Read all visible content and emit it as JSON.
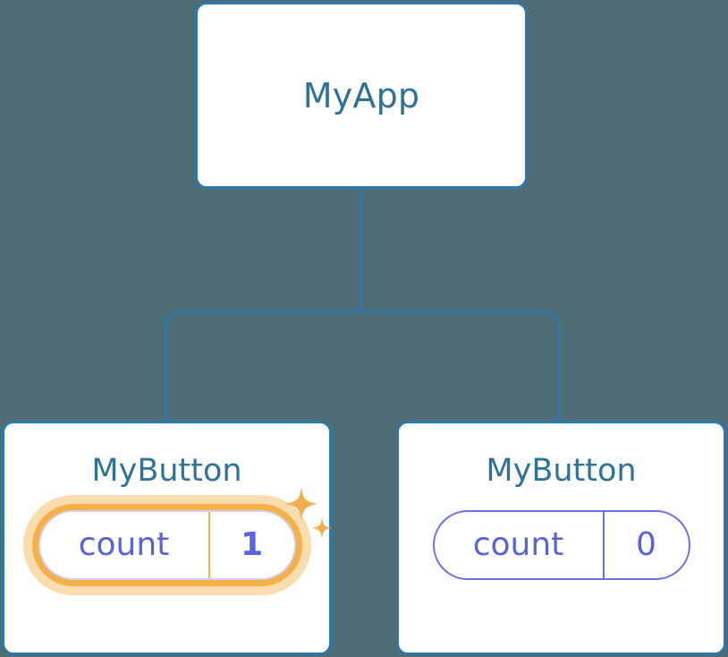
{
  "diagram": {
    "type": "component-tree",
    "background_color": "#4d6c73",
    "node_border_color": "#2d78ab",
    "title_text_color": "#2e7296",
    "badge_text_color": "#5a63d4",
    "highlight_color": "#f5b04a",
    "highlight_glow_color": "#fbdcae"
  },
  "root": {
    "label": "MyApp"
  },
  "children": [
    {
      "label": "MyButton",
      "badge": {
        "key": "count",
        "value": "1"
      },
      "highlighted": true,
      "sparkle_large": "sparkle-icon",
      "sparkle_small": "sparkle-icon"
    },
    {
      "label": "MyButton",
      "badge": {
        "key": "count",
        "value": "0"
      },
      "highlighted": false
    }
  ]
}
